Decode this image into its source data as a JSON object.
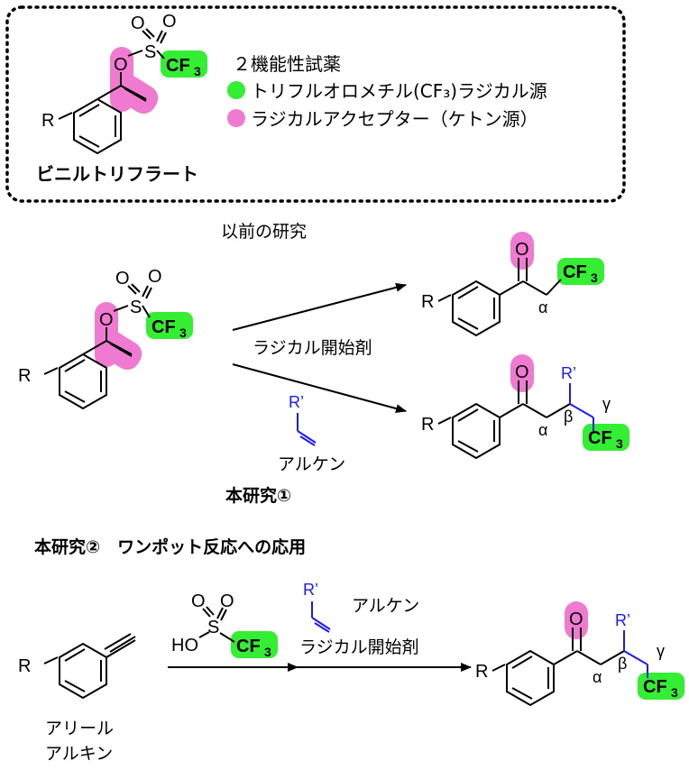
{
  "box": {
    "reagent_name": "ビニルトリフラート",
    "title": "２機能性試薬",
    "legend_green": "トリフルオロメチル(CF₃)ラジカル源",
    "legend_pink": "ラジカルアクセプター（ケトン源）"
  },
  "previous": {
    "title": "以前の研究",
    "reagent_label": "ラジカル開始剤",
    "alkene_label": "アルケン",
    "caption": "本研究①"
  },
  "onepot": {
    "title": "本研究②　ワンポット反応への応用",
    "alkyne_label_1": "アリール",
    "alkyne_label_2": "アルキン",
    "alkene_label": "アルケン",
    "initiator_label": "ラジカル開始剤"
  },
  "atoms": {
    "R": "R",
    "R_prime": "R’",
    "O": "O",
    "S": "S",
    "HO": "HO",
    "CF3": "CF",
    "sub3": "3",
    "alpha": "α",
    "beta": "β",
    "gamma": "γ"
  },
  "colors": {
    "green": "#33ee33",
    "pink": "#f07ad2",
    "blue": "#1a1aff"
  }
}
